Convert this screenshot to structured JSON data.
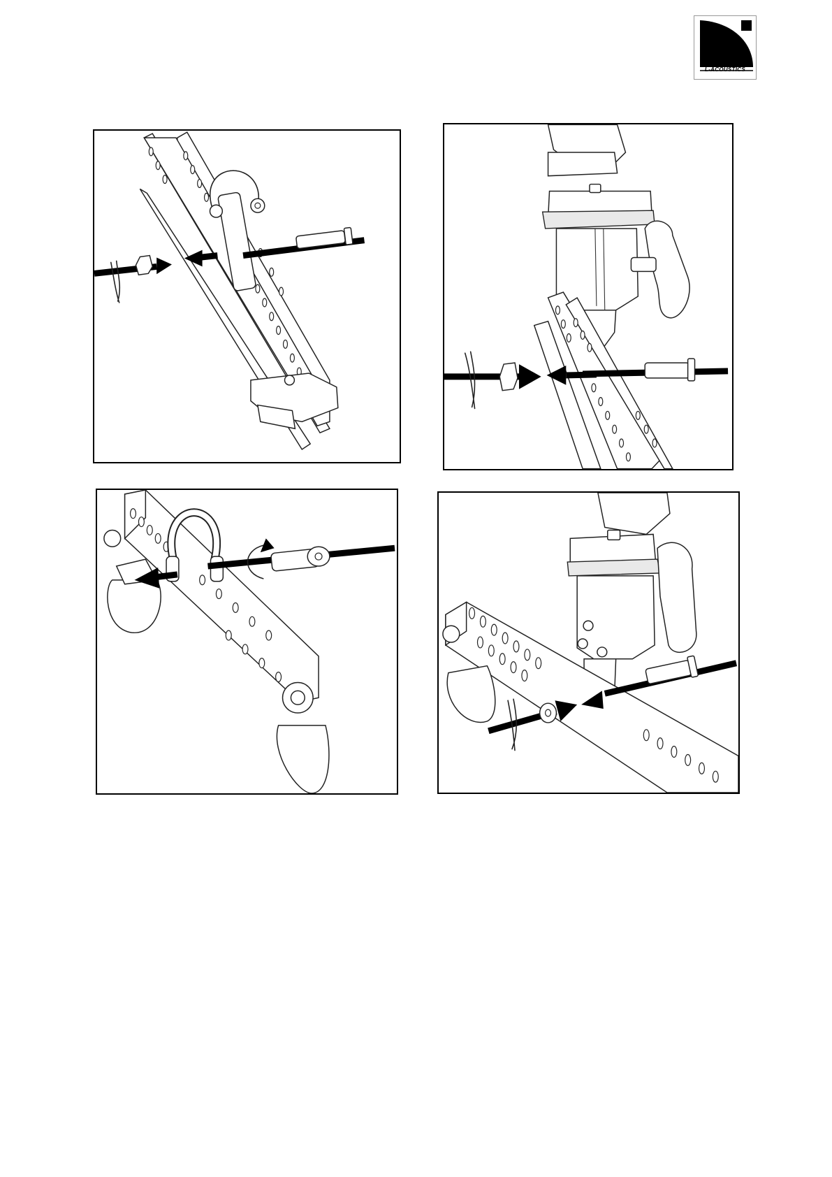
{
  "logo": {
    "text": "L-ACOUSTICS",
    "icon": "l-acoustics-logo-icon"
  },
  "figures": [
    {
      "id": "step-1",
      "icon": "bumper-bar-shackle-pin-assembly-icon"
    },
    {
      "id": "step-2",
      "icon": "clamp-bar-pin-assembly-icon"
    },
    {
      "id": "step-3",
      "icon": "shackle-pin-screw-icon"
    },
    {
      "id": "step-4",
      "icon": "clamp-tab-pin-assembly-icon"
    }
  ],
  "colors": {
    "ink": "#000000",
    "paper": "#ffffff"
  }
}
